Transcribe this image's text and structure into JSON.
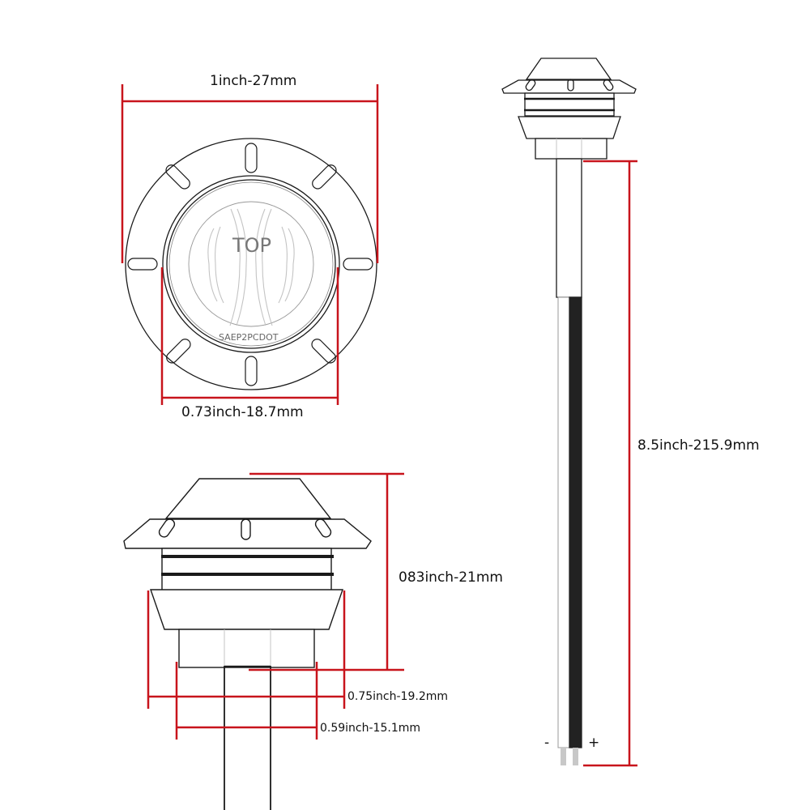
{
  "diagram": {
    "title": "LED marker light dimension drawing",
    "colors": {
      "dimension_line": "#c8141c",
      "outline": "#1a1a1a",
      "light_line": "#bdbdbd",
      "wire_black": "#222222",
      "wire_tip": "#c8c8c8",
      "background": "#ffffff"
    },
    "top_view": {
      "lens_text": "TOP",
      "lens_code": "SAEP2PCDOT",
      "outer_dimension": "1inch-27mm",
      "inner_dimension": "0.73inch-18.7mm"
    },
    "side_view": {
      "height_dimension": "083inch-21mm",
      "flange_width_dimension": "0.75inch-19.2mm",
      "base_width_dimension": "0.59inch-15.1mm"
    },
    "wire_view": {
      "wire_length_dimension": "8.5inch-215.9mm",
      "negative_label": "-",
      "positive_label": "+"
    }
  }
}
